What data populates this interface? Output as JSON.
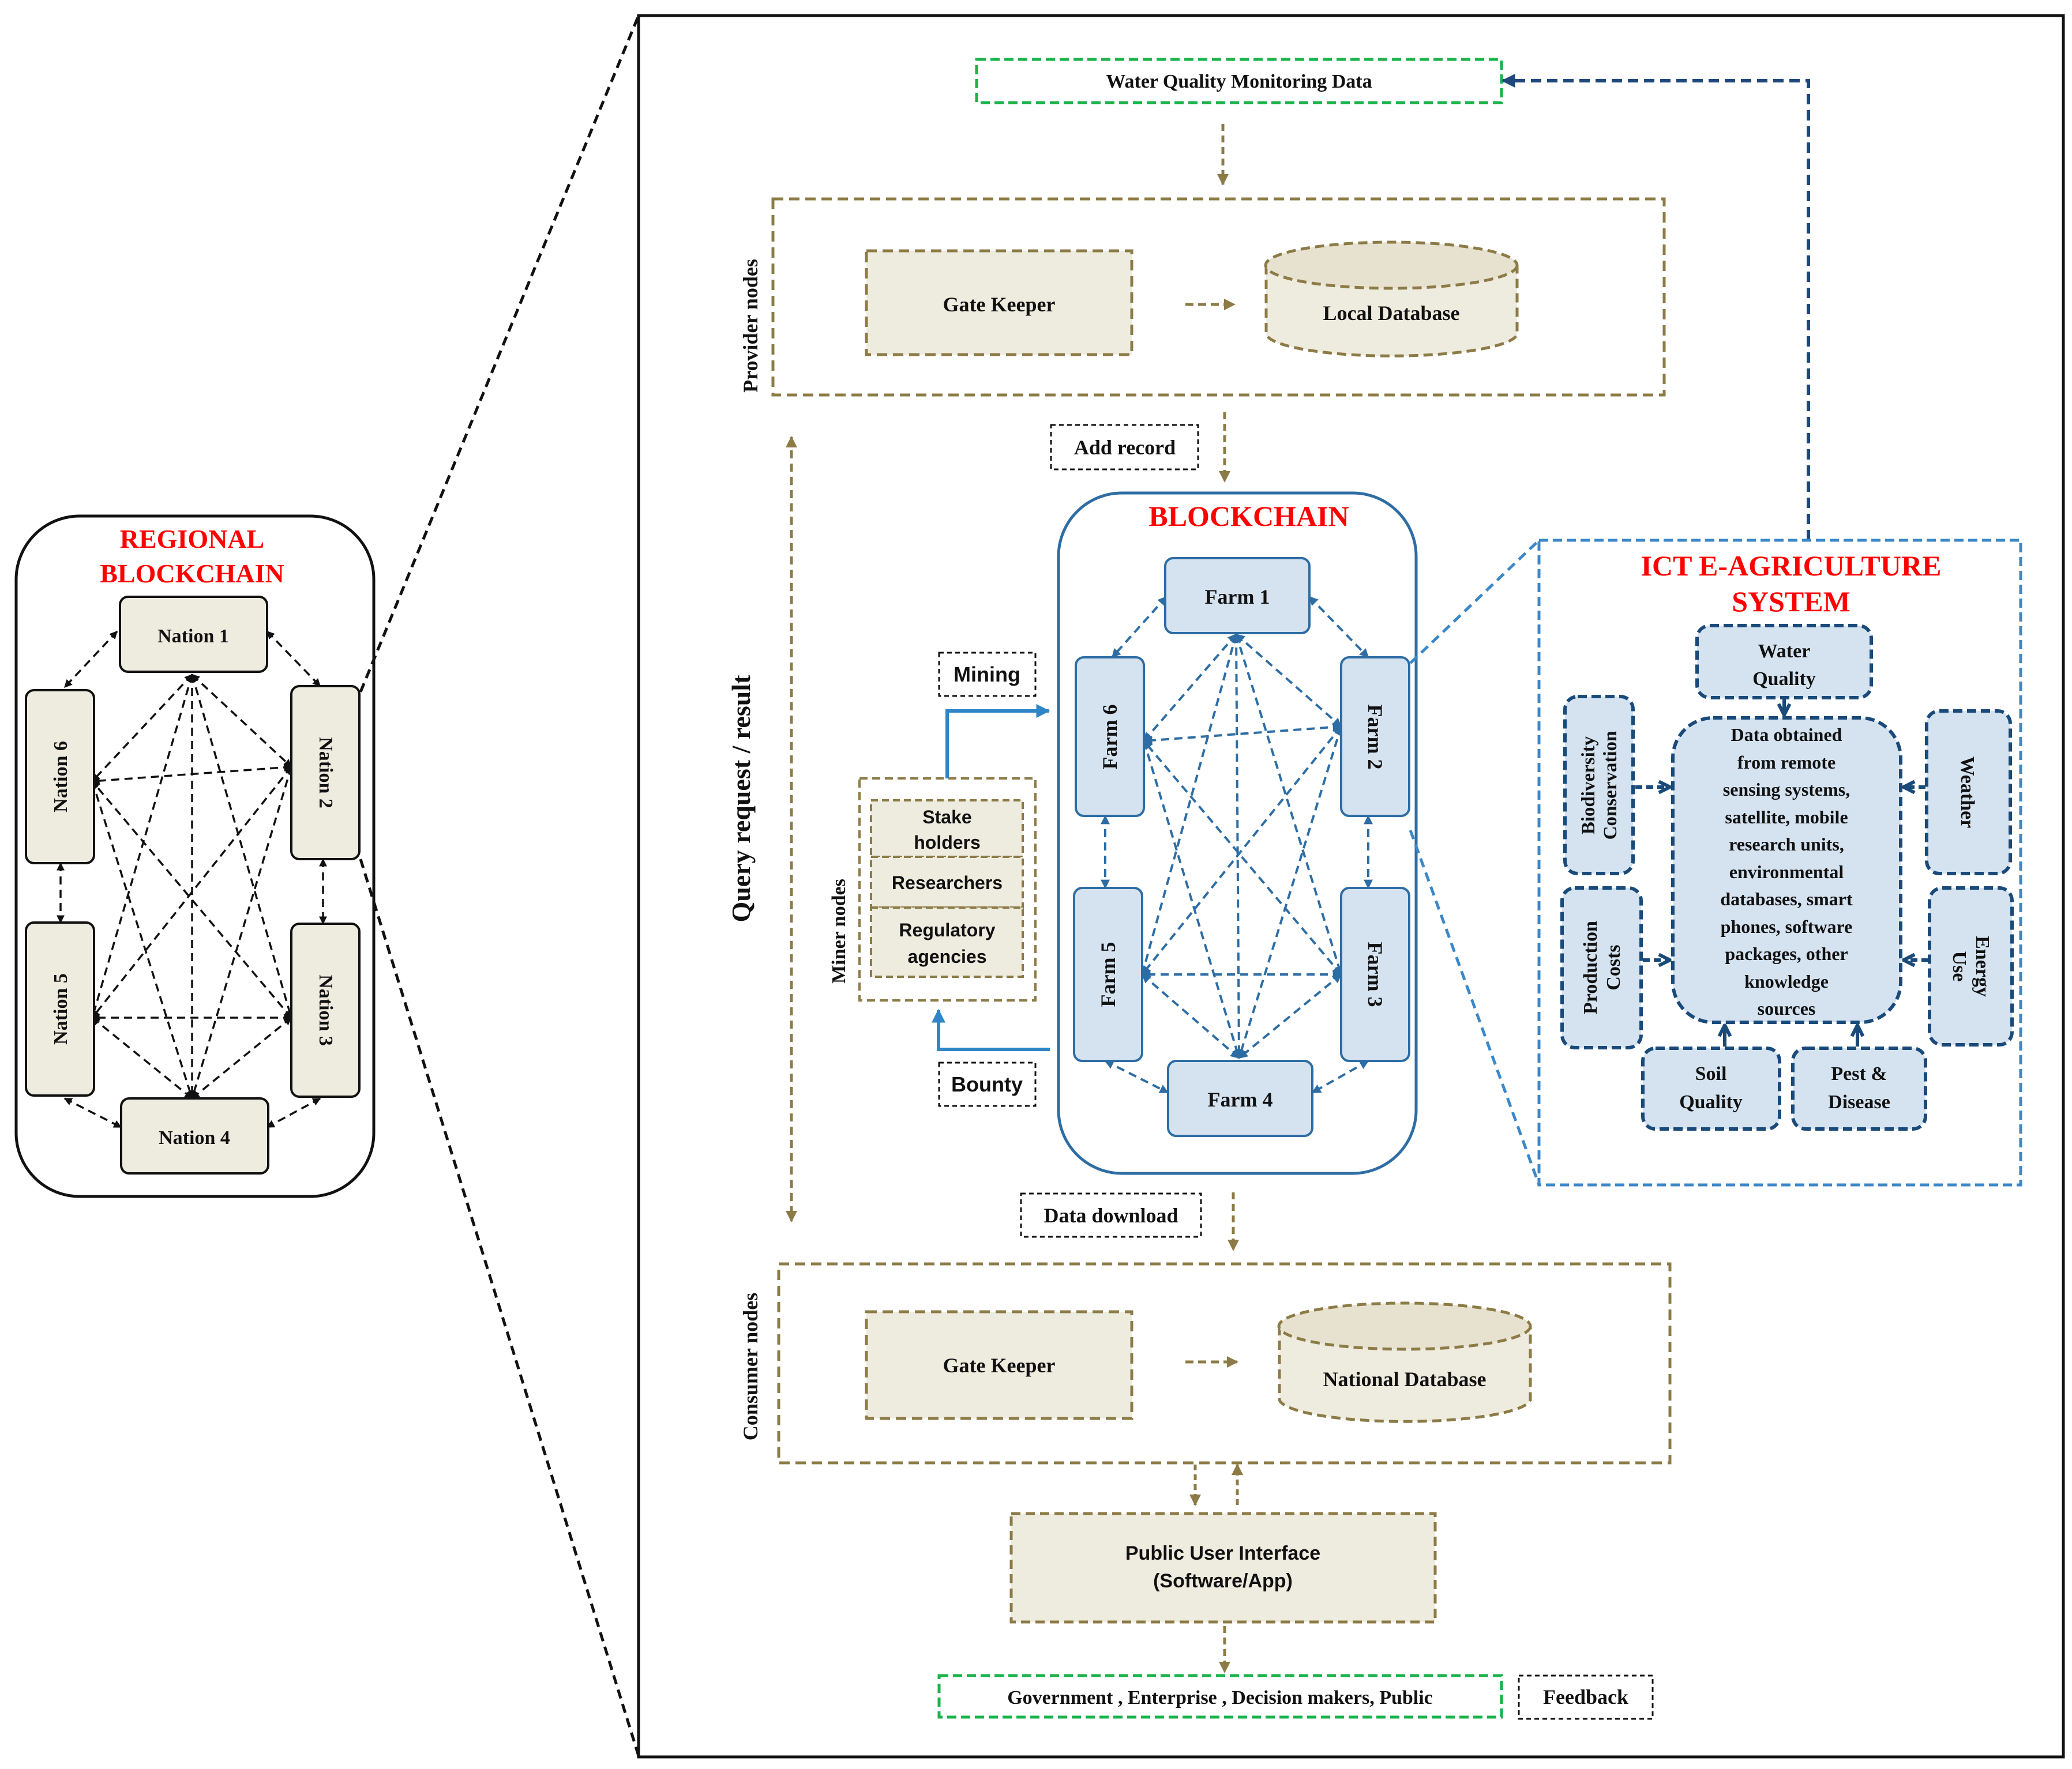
{
  "regional": {
    "title_line1": "REGIONAL",
    "title_line2": "BLOCKCHAIN",
    "nations": [
      "Nation 1",
      "Nation 2",
      "Nation 3",
      "Nation 4",
      "Nation 5",
      "Nation 6"
    ]
  },
  "water_quality_data": "Water Quality Monitoring Data",
  "provider": {
    "label": "Provider nodes",
    "gate_keeper": "Gate Keeper",
    "database": "Local Database"
  },
  "add_record": "Add record",
  "query_label": "Query request / result",
  "blockchain": {
    "title": "BLOCKCHAIN",
    "farms": [
      "Farm 1",
      "Farm 2",
      "Farm 3",
      "Farm 4",
      "Farm 5",
      "Farm 6"
    ]
  },
  "miner": {
    "label": "Miner nodes",
    "mining": "Mining",
    "bounty": "Bounty",
    "stakeholders_line1": "Stake",
    "stakeholders_line2": "holders",
    "researchers": "Researchers",
    "regulatory_line1": "Regulatory",
    "regulatory_line2": "agencies"
  },
  "ict": {
    "title_line1": "ICT E-AGRICULTURE",
    "title_line2": "SYSTEM",
    "water_line1": "Water",
    "water_line2": "Quality",
    "bio_line1": "Biodiversity",
    "bio_line2": "Conservation",
    "weather": "Weather",
    "prod_line1": "Production",
    "prod_line2": "Costs",
    "energy_line1": "Energy",
    "energy_line2": "Use",
    "soil_line1": "Soil",
    "soil_line2": "Quality",
    "pest_line1": "Pest &",
    "pest_line2": "Disease",
    "center_lines": [
      "Data obtained",
      "from remote",
      "sensing systems,",
      "satellite, mobile",
      "research units,",
      "environmental",
      "databases, smart",
      "phones, software",
      "packages, other",
      "knowledge",
      "sources"
    ]
  },
  "data_download": "Data download",
  "consumer": {
    "label": "Consumer nodes",
    "gate_keeper": "Gate Keeper",
    "database": "National Database"
  },
  "public_ui_line1": "Public User Interface",
  "public_ui_line2": "(Software/App)",
  "audience": "Government , Enterprise , Decision makers, Public",
  "feedback": "Feedback",
  "colors": {
    "beige_fill": "#eeebdf",
    "beige_dark": "#ddd8c4",
    "olive": "#8c7b46",
    "blue_fill": "#d5e3f1",
    "blue_line": "#2e6da4",
    "navy": "#1f497d",
    "dark_blue": "#1a4a7a",
    "ict_border": "#3b87c8",
    "green": "#19b34a",
    "red": "#ff0000"
  }
}
